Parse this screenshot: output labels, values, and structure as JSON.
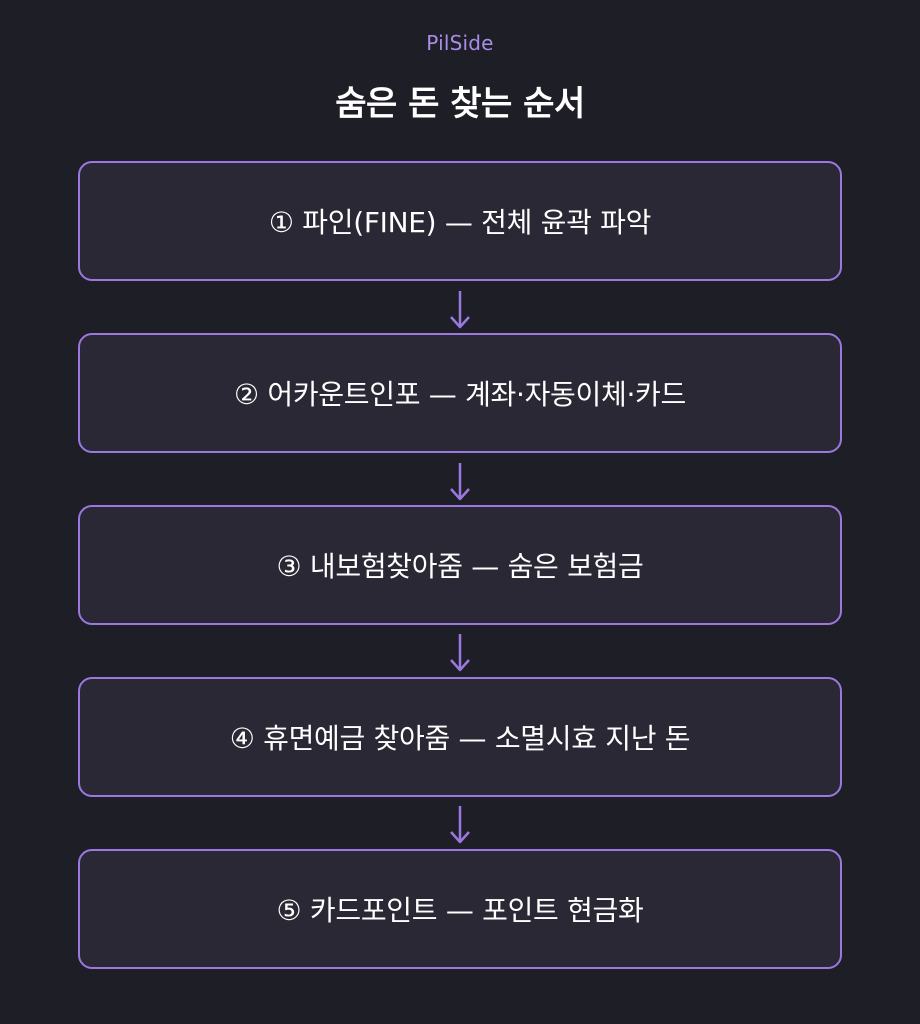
{
  "header": {
    "brand": "PilSide",
    "title": "숨은 돈 찾는 순서"
  },
  "steps": [
    {
      "label": "① 파인(FINE) — 전체 윤곽 파악"
    },
    {
      "label": "② 어카운트인포 — 계좌·자동이체·카드"
    },
    {
      "label": "③ 내보험찾아줌 — 숨은 보험금"
    },
    {
      "label": "④ 휴면예금 찾아줌 — 소멸시효 지난 돈"
    },
    {
      "label": "⑤ 카드포인트 — 포인트 현금화"
    }
  ],
  "colors": {
    "background": "#1e1e26",
    "box_fill": "#292834",
    "accent": "#9a78e0",
    "brand": "#a98de6",
    "text": "#ffffff"
  }
}
